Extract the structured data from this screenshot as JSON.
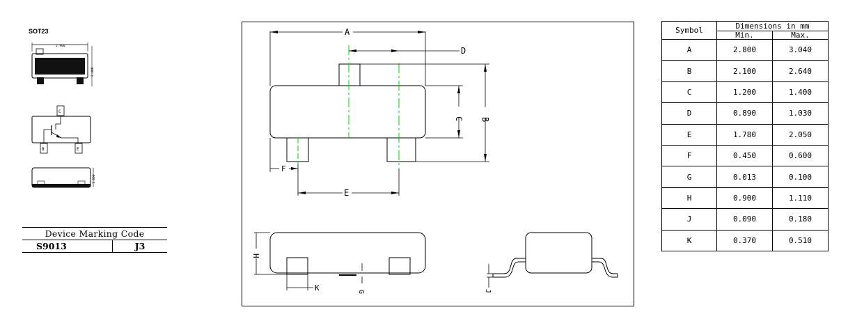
{
  "package": {
    "name": "SOT23"
  },
  "small_views": {
    "top_width": "2.900",
    "top_height": "2.400",
    "side_height": "1.000",
    "pins": [
      "C",
      "B",
      "E"
    ]
  },
  "marking": {
    "header": "Device Marking Code",
    "device": "S9013",
    "code": "J3"
  },
  "drawing_labels": {
    "A": "A",
    "B": "B",
    "C": "C",
    "D": "D",
    "E": "E",
    "F": "F",
    "G": "G",
    "H": "H",
    "J": "J",
    "K": "K"
  },
  "dimensions": {
    "symbol_header": "Symbol",
    "group_header": "Dimensions in mm",
    "min_header": "Min.",
    "max_header": "Max.",
    "rows": [
      {
        "symbol": "A",
        "min": "2.800",
        "max": "3.040"
      },
      {
        "symbol": "B",
        "min": "2.100",
        "max": "2.640"
      },
      {
        "symbol": "C",
        "min": "1.200",
        "max": "1.400"
      },
      {
        "symbol": "D",
        "min": "0.890",
        "max": "1.030"
      },
      {
        "symbol": "E",
        "min": "1.780",
        "max": "2.050"
      },
      {
        "symbol": "F",
        "min": "0.450",
        "max": "0.600"
      },
      {
        "symbol": "G",
        "min": "0.013",
        "max": "0.100"
      },
      {
        "symbol": "H",
        "min": "0.900",
        "max": "1.110"
      },
      {
        "symbol": "J",
        "min": "0.090",
        "max": "0.180"
      },
      {
        "symbol": "K",
        "min": "0.370",
        "max": "0.510"
      }
    ]
  },
  "colors": {
    "centerline": "#00cc00",
    "line": "#000000"
  }
}
